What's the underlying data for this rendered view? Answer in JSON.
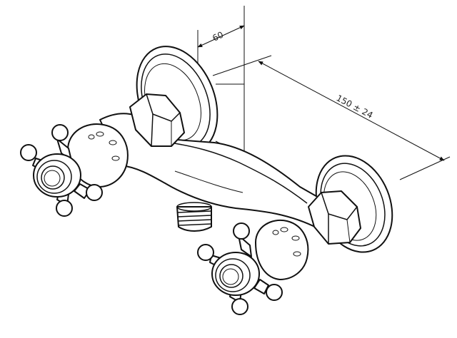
{
  "dimensions": {
    "depth": {
      "text": "60",
      "value_mm": 60
    },
    "spacing": {
      "text": "150 ± 24",
      "value_mm": 150,
      "tolerance_mm": 24
    }
  },
  "colors": {
    "line": "#111111",
    "background": "#ffffff"
  }
}
